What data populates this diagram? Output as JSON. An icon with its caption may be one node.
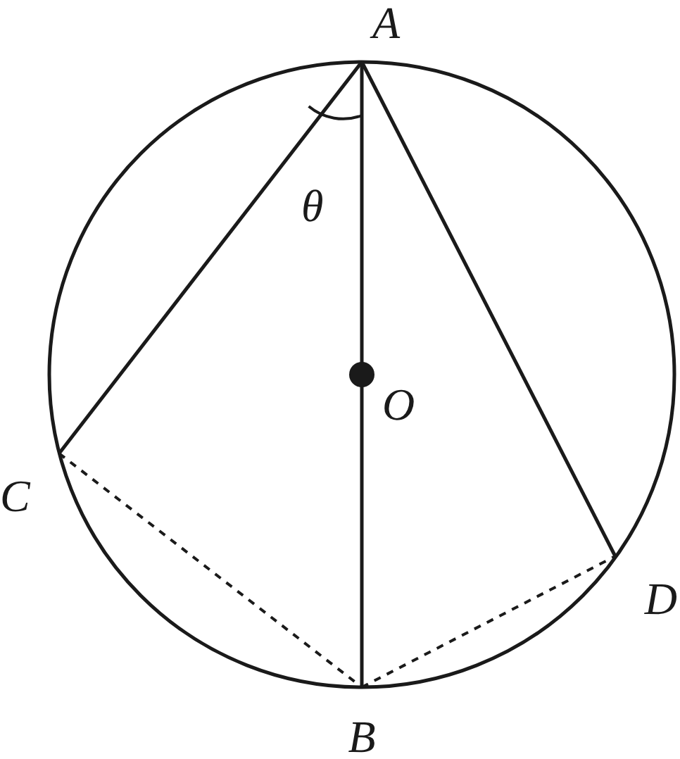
{
  "diagram": {
    "nodes": [
      {
        "text": [
          "A"
        ]
      },
      {
        "text": [
          "O"
        ]
      },
      {
        "text": [
          "C"
        ]
      },
      {
        "text": [
          "D"
        ]
      },
      {
        "text": [
          "B"
        ]
      }
    ],
    "edges": [
      {
        "from": 0,
        "to": 2,
        "arrow": "none"
      },
      {
        "from": 0,
        "to": 4,
        "arrow": "none"
      },
      {
        "from": 0,
        "to": 3,
        "arrow": "none"
      },
      {
        "from": 2,
        "to": 4,
        "arrow": "none",
        "style": "dashed"
      },
      {
        "from": 4,
        "to": 3,
        "arrow": "none",
        "style": "dashed"
      }
    ],
    "labels": [
      "θ"
    ]
  }
}
